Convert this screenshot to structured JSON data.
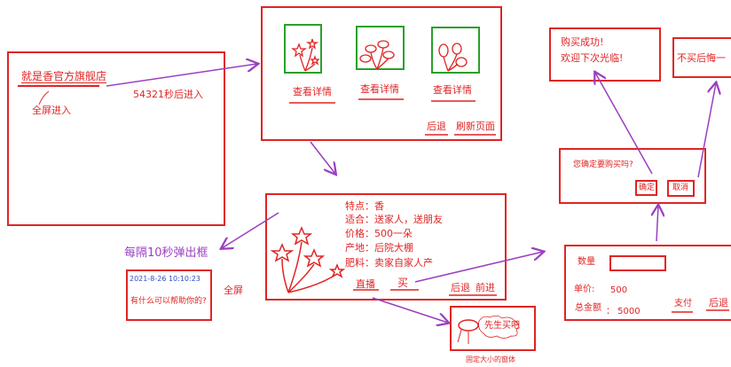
{
  "store_screen": {
    "title": "就是香官方旗舰店",
    "fullscreen_note": "全屏进入",
    "countdown": "54321秒后进入"
  },
  "product_list": {
    "detail_labels": [
      "查看详情",
      "查看详情",
      "查看详情"
    ],
    "back_label": "后退",
    "refresh_label": "刷新页面"
  },
  "product_detail": {
    "lines": [
      "特点：香",
      "适合：送家人，送朋友",
      "价格：500一朵",
      "产地：后院大棚",
      "肥料：卖家自家人产"
    ],
    "live_label": "直播",
    "buy_label": "买",
    "back_label": "后退",
    "forward_label": "前进"
  },
  "popup": {
    "label": "每隔10秒弹出框",
    "timestamp": "2021-8-26 10:10:23",
    "message": "有什么可以帮助你的?",
    "fullscreen_note": "全屏"
  },
  "live_window": {
    "bubble": "先生买吧",
    "caption": "固定大小的窗体"
  },
  "order_form": {
    "qty_label": "数量",
    "qty_value": "",
    "unit_price_label": "单价:",
    "unit_price_value": "500",
    "total_label": "总金额",
    "total_value": "：  5000",
    "pay_label": "支付",
    "back_label": "后退"
  },
  "confirm_dialog": {
    "question": "您确定要购买吗?",
    "ok_label": "确定",
    "cancel_label": "取消"
  },
  "success_screen": {
    "line1": "购买成功!",
    "line2": "欢迎下次光临!"
  },
  "regret_screen": {
    "text": "不买后悔一"
  },
  "colors": {
    "sketch_red": "#e02424",
    "frame_green": "#2aa02a",
    "arrow_purple": "#9b3fbf",
    "popup_blue": "#3050c0"
  }
}
